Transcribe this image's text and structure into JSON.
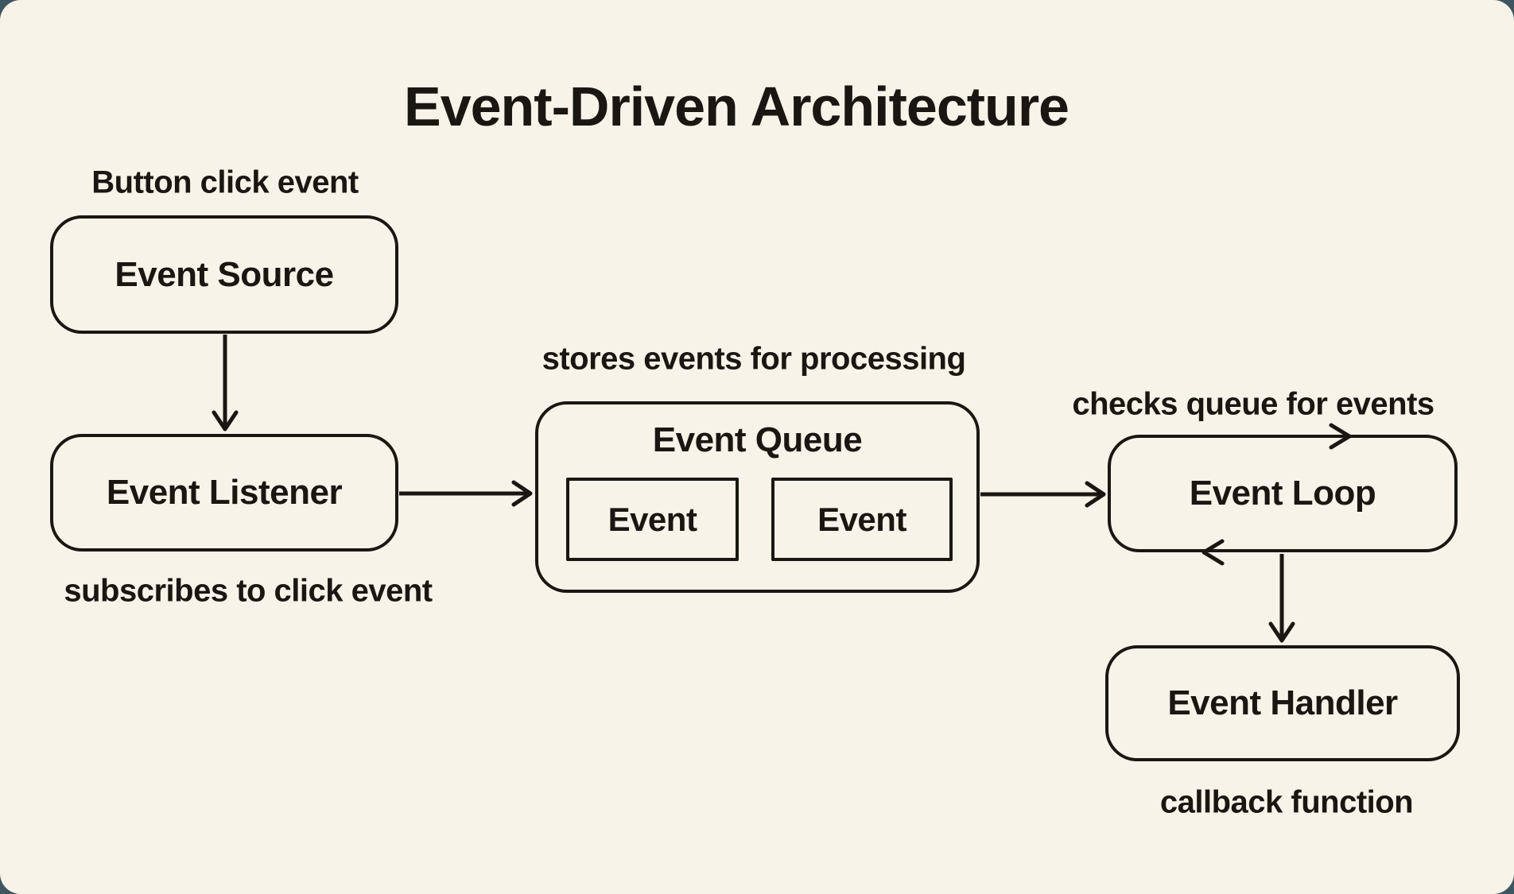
{
  "palette": {
    "canvas_background": "#F7F3E9",
    "outer_background": "#3E5660",
    "ink": "#1A1713"
  },
  "title": "Event-Driven Architecture",
  "nodes": {
    "event_source": {
      "label": "Event Source",
      "annotation": "Button click event"
    },
    "event_listener": {
      "label": "Event Listener",
      "annotation": "subscribes to click event"
    },
    "event_queue": {
      "label": "Event Queue",
      "annotation": "stores events for processing",
      "items": [
        "Event",
        "Event"
      ]
    },
    "event_loop": {
      "label": "Event Loop",
      "annotation": "checks queue for events"
    },
    "event_handler": {
      "label": "Event Handler",
      "annotation": "callback function"
    }
  }
}
